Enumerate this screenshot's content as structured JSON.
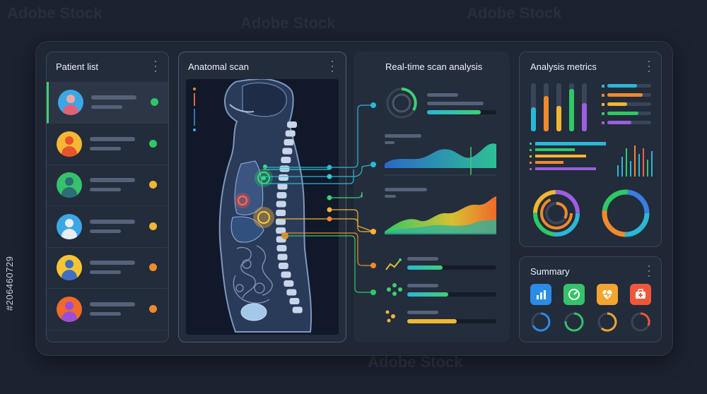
{
  "patients": {
    "title": "Patient list",
    "rows": [
      {
        "avatar_bg": "#3ba7e6",
        "head": "#f4a6a6",
        "body": "#e0607a",
        "status": "#2fc866"
      },
      {
        "avatar_bg": "#f7b733",
        "head": "#e8542c",
        "body": "#e8542c",
        "status": "#2fc866"
      },
      {
        "avatar_bg": "#35c26b",
        "head": "#2b6e73",
        "body": "#2b6e73",
        "status": "#f2b632"
      },
      {
        "avatar_bg": "#3ba7e6",
        "head": "#e9eef5",
        "body": "#e9eef5",
        "status": "#f2b632"
      },
      {
        "avatar_bg": "#f7c531",
        "head": "#3e6fc4",
        "body": "#3e6fc4",
        "status": "#f08a2c"
      },
      {
        "avatar_bg": "#f06a2a",
        "head": "#9b4fd6",
        "body": "#9b4fd6",
        "status": "#f08a2c"
      }
    ]
  },
  "scan": {
    "title": "Anatomal scan"
  },
  "analysis": {
    "title": "Real-time scan analysis"
  },
  "metrics": {
    "title": "Analysis metrics"
  },
  "summary": {
    "title": "Summary"
  },
  "watermark": "Adobe Stock",
  "stock_id": "#206460729",
  "colors": {
    "accent_green": "#3fcf73",
    "bg": "#1b2230",
    "panel": "#232c3b"
  }
}
